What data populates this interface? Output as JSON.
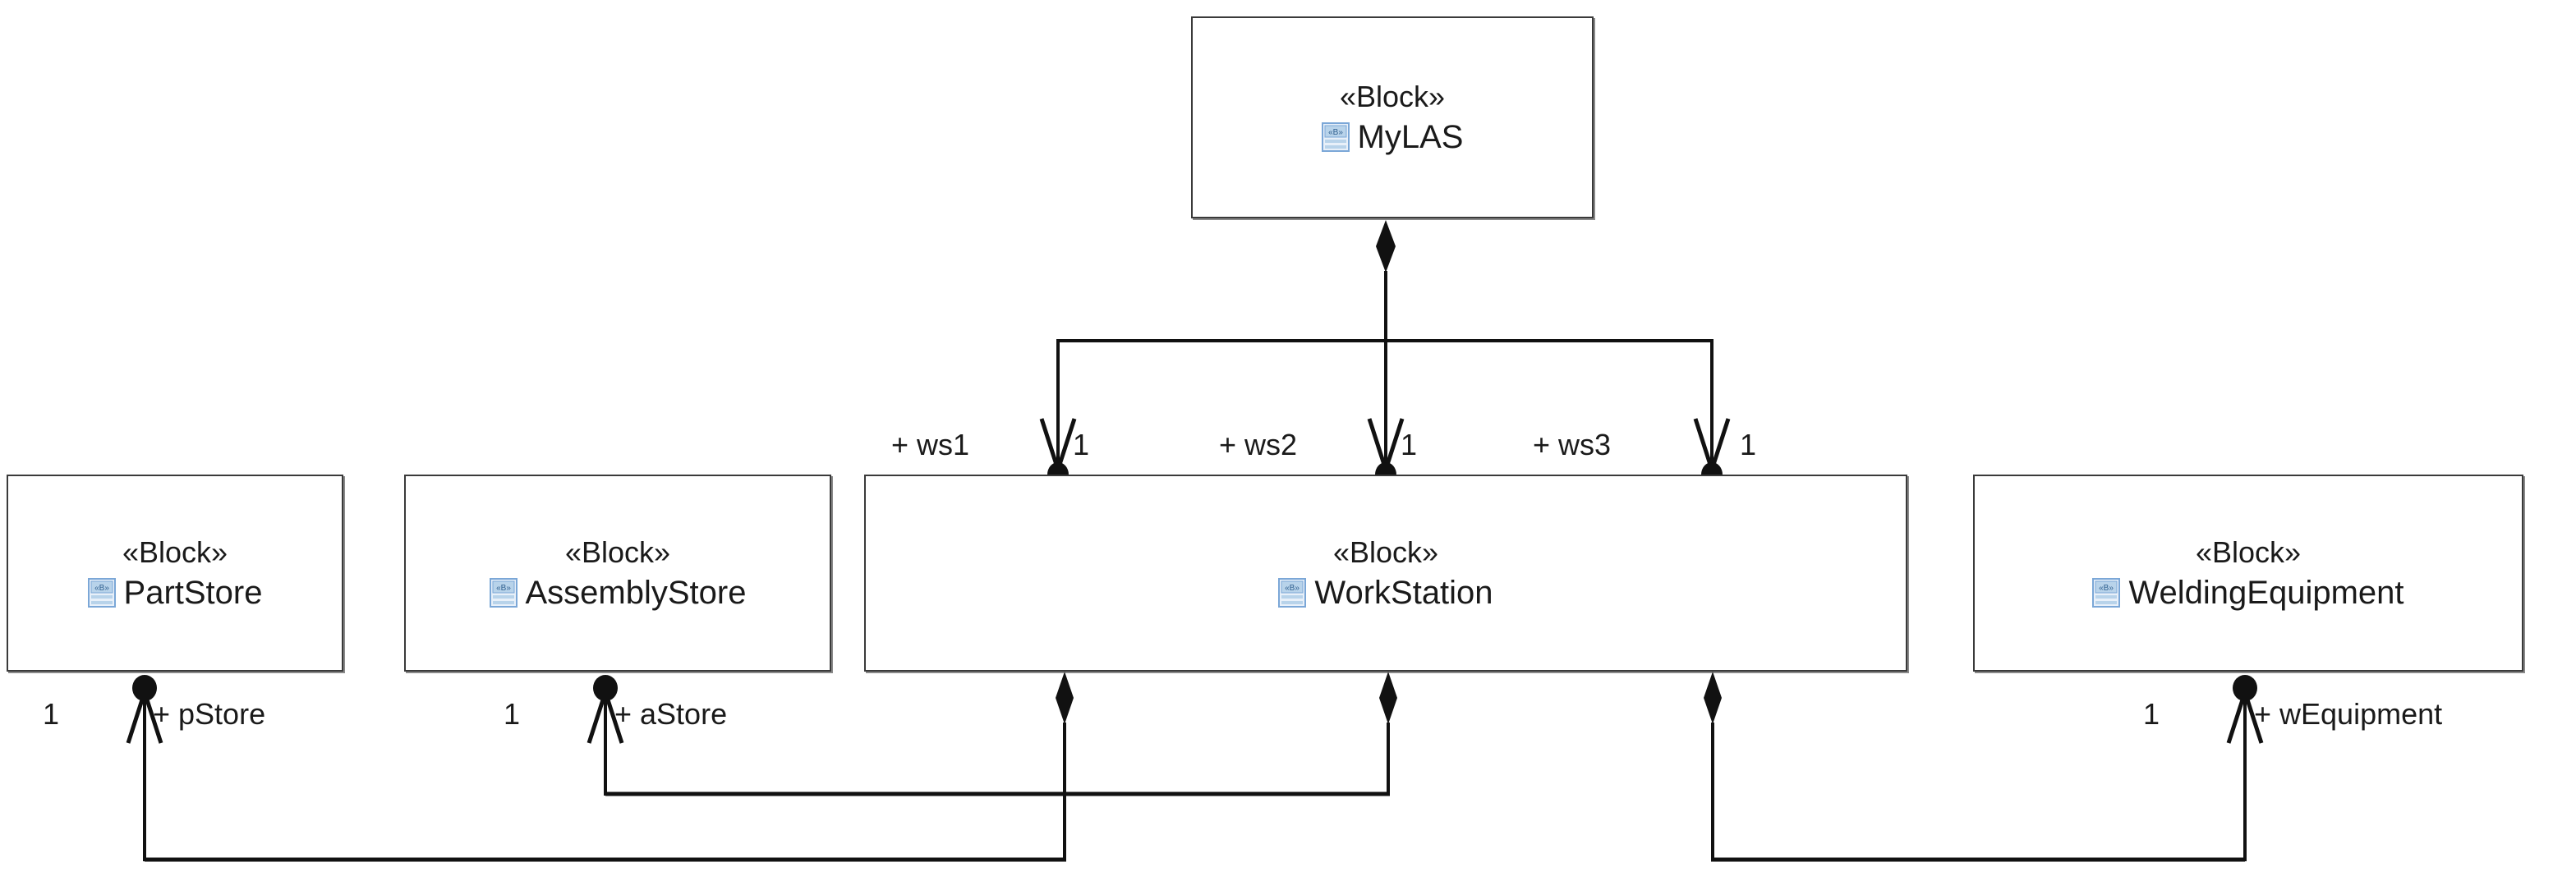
{
  "diagram": {
    "type": "sysml-block-definition-diagram",
    "stereotype_label": "«Block»",
    "icon_name": "block-icon",
    "icon_color": "#7ba7d7",
    "line_color": "#1a1a1a",
    "border_color": "#3a3a3a",
    "background": "#ffffff"
  },
  "blocks": [
    {
      "id": "mylas",
      "stereotype": "«Block»",
      "name": "MyLAS"
    },
    {
      "id": "partstore",
      "stereotype": "«Block»",
      "name": "PartStore"
    },
    {
      "id": "assemblystore",
      "stereotype": "«Block»",
      "name": "AssemblyStore"
    },
    {
      "id": "workstation",
      "stereotype": "«Block»",
      "name": "WorkStation"
    },
    {
      "id": "weldingequipment",
      "stereotype": "«Block»",
      "name": "WeldingEquipment"
    }
  ],
  "associations": [
    {
      "id": "ws1",
      "whole": "MyLAS",
      "part": "WorkStation",
      "role": "+ ws1",
      "multiplicity": "1",
      "kind": "composition"
    },
    {
      "id": "ws2",
      "whole": "MyLAS",
      "part": "WorkStation",
      "role": "+ ws2",
      "multiplicity": "1",
      "kind": "composition"
    },
    {
      "id": "ws3",
      "whole": "MyLAS",
      "part": "WorkStation",
      "role": "+ ws3",
      "multiplicity": "1",
      "kind": "composition"
    },
    {
      "id": "pstore",
      "whole": "WorkStation",
      "part": "PartStore",
      "role": "+ pStore",
      "multiplicity": "1",
      "kind": "composition"
    },
    {
      "id": "astore",
      "whole": "WorkStation",
      "part": "AssemblyStore",
      "role": "+ aStore",
      "multiplicity": "1",
      "kind": "composition"
    },
    {
      "id": "wequipment",
      "whole": "WorkStation",
      "part": "WeldingEquipment",
      "role": "+ wEquipment",
      "multiplicity": "1",
      "kind": "composition"
    }
  ],
  "labels": {
    "ws1_role": "+ ws1",
    "ws1_mult": "1",
    "ws2_role": "+ ws2",
    "ws2_mult": "1",
    "ws3_role": "+ ws3",
    "ws3_mult": "1",
    "pstore_mult": "1",
    "pstore_role": "+ pStore",
    "astore_mult": "1",
    "astore_role": "+ aStore",
    "wequipment_mult": "1",
    "wequipment_role": "+ wEquipment"
  }
}
